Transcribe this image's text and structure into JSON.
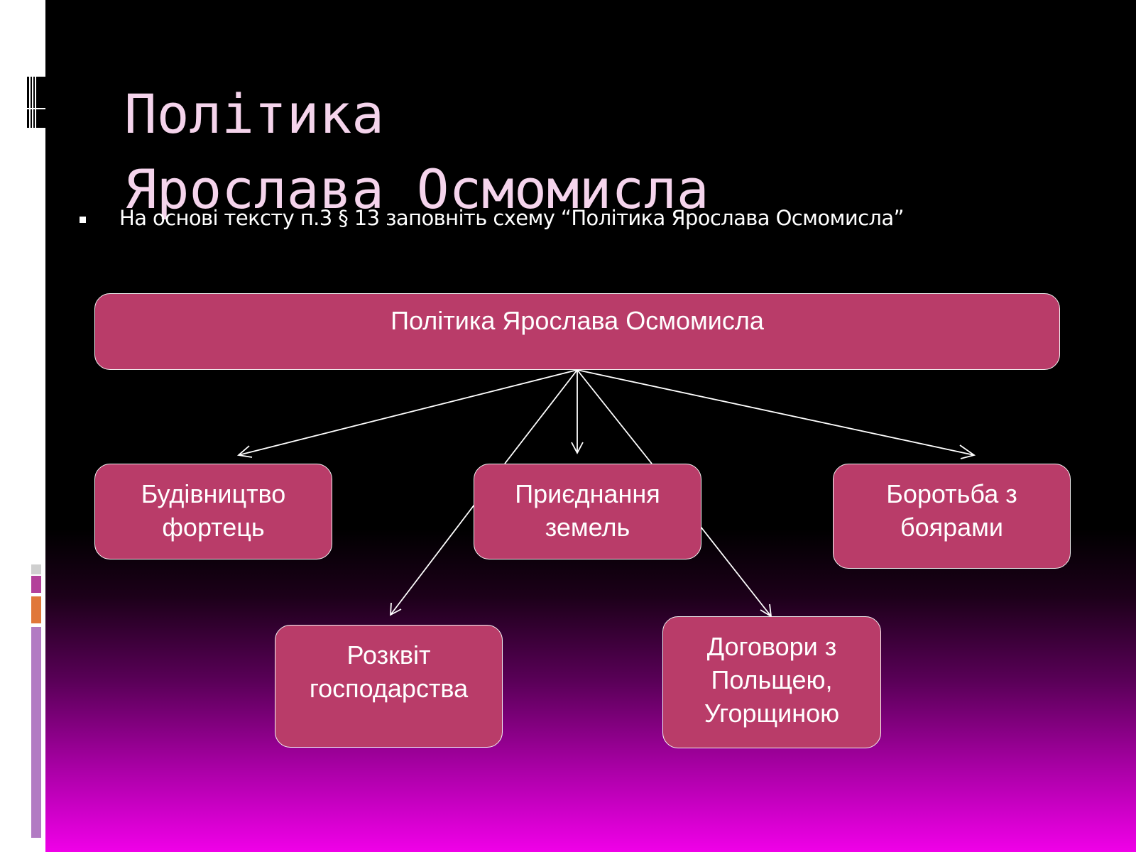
{
  "slide": {
    "title_line1": "Політика",
    "title_line2": "Ярослава Осмомисла",
    "bullet": "На основі тексту п.3 § 13 заповніть схему “Політика Ярослава Осмомисла”"
  },
  "diagram": {
    "root": "Політика Ярослава Осмомисла",
    "nodes": {
      "forts": [
        "Будівництво",
        "фортець"
      ],
      "lands": [
        "Приєднання",
        "земель"
      ],
      "boyars": [
        "Боротьба з",
        "боярами"
      ],
      "economy": [
        "Розквіт",
        "господарства"
      ],
      "treaties": [
        "Договори з",
        "Польщею,",
        "Угорщиною"
      ]
    }
  },
  "colors": {
    "node_fill": "#b93c69",
    "title_text": "#f5d4ec",
    "gradient_bottom": "#f000e8"
  }
}
